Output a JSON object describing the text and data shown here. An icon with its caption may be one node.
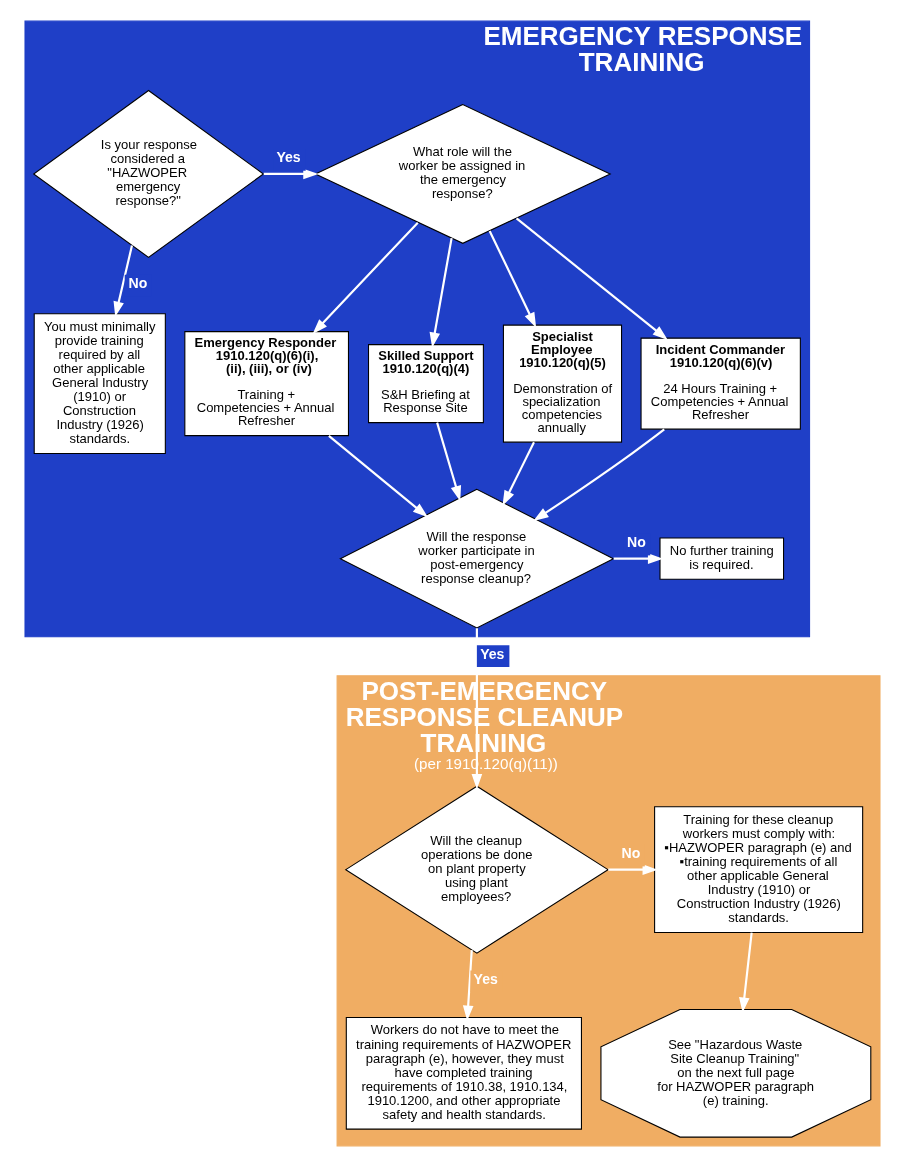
{
  "diagram": {
    "nodes": [
      {
        "text": [
          "EMERGENCY RESPONSE TRAINING"
        ]
      },
      {
        "text": [
          "Is your response considered a \"HAZWOPER emergency response?\""
        ],
        "in": 0
      },
      {
        "text": [
          "What role will the worker be assigned in the emergency response?"
        ],
        "in": 0
      },
      {
        "text": [
          "You must minimally provide training required by all other applicable General Industry (1910) or Construction Industry (1926) standards."
        ],
        "in": 0
      },
      {
        "text": [
          "Incident Commander 1910.120(q)(6)(v)",
          "24 Hours Training + Competencies + Annual Refresher"
        ],
        "in": 0
      },
      {
        "text": [
          "Emergency Responder 1910.120(q)(6)(i), (ii), (iii), or (iv)",
          "Training + Competencies + Annual Refresher"
        ],
        "in": 0
      },
      {
        "text": [
          "Skilled Support 1910.120(q)(4)",
          "S&H Briefing at Response Site"
        ],
        "in": 0
      },
      {
        "text": [
          "Specialist Employee 1910.120(q)(5)",
          "Demonstration of specialization competencies annually"
        ],
        "in": 0
      },
      {
        "text": [
          "Will the response worker participate in post-emergency response cleanup?"
        ],
        "in": 0
      },
      {
        "text": [
          "No further training is required."
        ],
        "in": 0
      },
      {
        "text": [
          "POST-EMERGENCY RESPONSE CLEANUP TRAINING",
          "(per 1910.120(q)(11))"
        ]
      },
      {
        "text": [
          "Will the cleanup operations be done on plant property using plant employees?"
        ],
        "in": 10
      },
      {
        "text": [
          "Training for these cleanup workers must comply with: ▪HAZWOPER paragraph (e) and ▪training requirements of all other applicable General Industry (1910) or Construction Industry (1926) standards."
        ],
        "in": 10
      },
      {
        "text": [
          "Workers do not have to meet the training requirements of HAZWOPER paragraph (e), however, they must have completed training requirements of 1910.38, 1910.134, 1910.1200, and other appropriate safety and health standards."
        ],
        "in": 10
      },
      {
        "text": [
          "See \"Hazardous Waste Site Cleanup Training\" on the next full page for HAZWOPER paragraph (e) training."
        ],
        "in": 10
      }
    ],
    "edges": [
      {
        "from": 1,
        "to": 3,
        "arrow": "to",
        "label": "No"
      },
      {
        "from": 1,
        "to": 2,
        "arrow": "to",
        "label": "Yes"
      },
      {
        "from": 2,
        "to": 4,
        "arrow": "to"
      },
      {
        "from": 2,
        "to": 5,
        "arrow": "to"
      },
      {
        "from": 2,
        "to": 6,
        "arrow": "to"
      },
      {
        "from": 2,
        "to": 7,
        "arrow": "to"
      },
      {
        "from": 4,
        "to": 8,
        "arrow": "to"
      },
      {
        "from": 5,
        "to": 8,
        "arrow": "to"
      },
      {
        "from": 6,
        "to": 8,
        "arrow": "to"
      },
      {
        "from": 7,
        "to": 8,
        "arrow": "to"
      },
      {
        "from": 8,
        "to": 9,
        "arrow": "to",
        "label": "No"
      },
      {
        "from": 8,
        "to": 11,
        "arrow": "to",
        "label": "Yes"
      },
      {
        "from": 11,
        "to": 12,
        "arrow": "to",
        "label": "No"
      },
      {
        "from": 11,
        "to": 13,
        "arrow": "to",
        "label": "Yes"
      },
      {
        "from": 12,
        "to": 14,
        "arrow": "to"
      }
    ]
  }
}
